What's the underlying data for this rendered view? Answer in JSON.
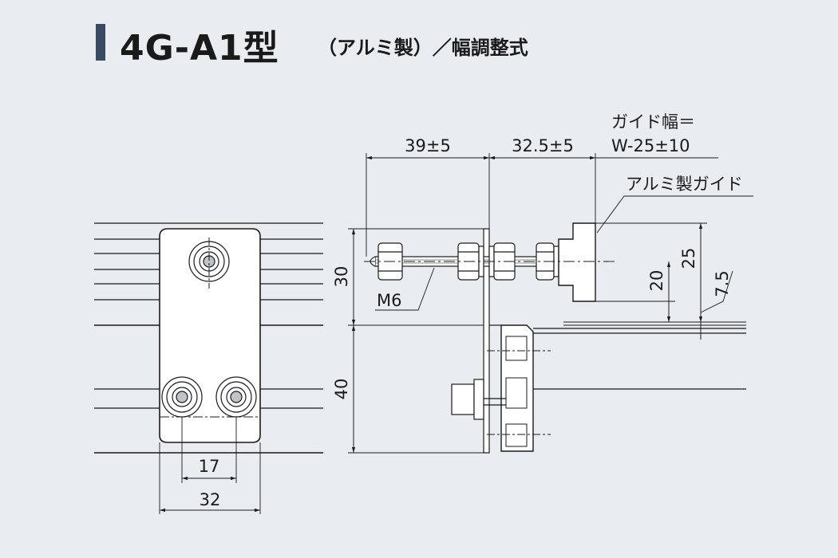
{
  "header": {
    "model": "4G-A1型",
    "subtitle": "（アルミ製）／幅調整式"
  },
  "dimensions": {
    "d39": "39±5",
    "d325": "32.5±5",
    "guide_width_label": "ガイド幅＝",
    "guide_width_value": "W-25±10",
    "d30": "30",
    "d40": "40",
    "d25": "25",
    "d20": "20",
    "d75": "7.5",
    "d17": "17",
    "d32": "32"
  },
  "labels": {
    "aluminum_guide": "アルミ製ガイド",
    "bolt": "M6"
  },
  "colors": {
    "background": "#e9edf1",
    "accent": "#3a4a63",
    "part_fill": "#ffffff",
    "line": "#1a1a1a"
  }
}
